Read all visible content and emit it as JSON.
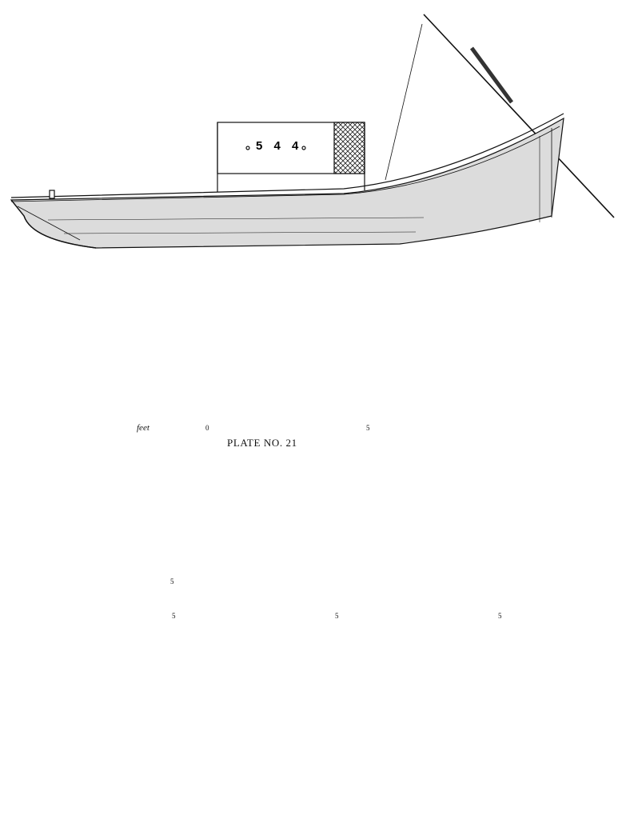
{
  "plate_label": "PLATE NO. 21",
  "hull_number": "5 4 4",
  "scale_unit": "feet",
  "scale_ticks": {
    "upper_zero": "0",
    "upper_five": "5",
    "sections_five": "5",
    "plan_five_a": "5",
    "plan_five_b": "5",
    "plan_five_c": "5"
  },
  "colors": {
    "ink": "#111111",
    "hull_shade": "#dcdcdc",
    "dark_shade": "#b8b8b8",
    "paper": "#ffffff"
  }
}
